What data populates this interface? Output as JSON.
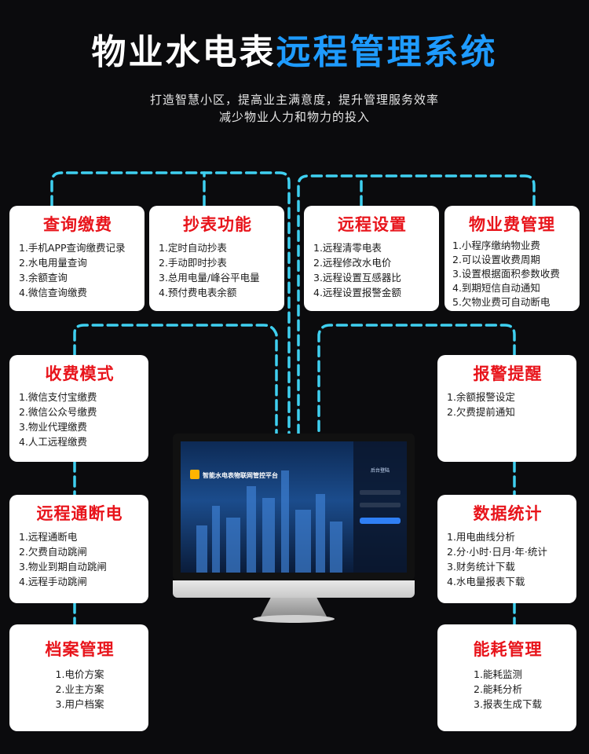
{
  "header": {
    "title_white": "物业水电表",
    "title_blue": "远程管理系统",
    "subtitle_line1": "打造智慧小区，提高业主满意度，提升管理服务效率",
    "subtitle_line2": "减少物业人力和物力的投入"
  },
  "colors": {
    "background": "#0b0b0d",
    "accent_blue": "#1e9bff",
    "card_title_red": "#e8141b",
    "connector_cyan": "#3fd0f0"
  },
  "cards": {
    "query_payment": {
      "title": "查询缴费",
      "items": [
        "1.手机APP查询缴费记录",
        "2.水电用量查询",
        "3.余额查询",
        "4.微信查询缴费"
      ]
    },
    "meter_reading": {
      "title": "抄表功能",
      "items": [
        "1.定时自动抄表",
        "2.手动即时抄表",
        "3.总用电量/峰谷平电量",
        "4.预付费电表余额"
      ]
    },
    "remote_settings": {
      "title": "远程设置",
      "items": [
        "1.远程清零电表",
        "2.远程修改水电价",
        "3.远程设置互感器比",
        "4.远程设置报警金额"
      ]
    },
    "property_fee": {
      "title": "物业费管理",
      "items": [
        "1.小程序缴纳物业费",
        "2.可以设置收费周期",
        "3.设置根据面积参数收费",
        "4.到期短信自动通知",
        "5.欠物业费可自动断电"
      ]
    },
    "charging_mode": {
      "title": "收费模式",
      "items": [
        "1.微信支付宝缴费",
        "2.微信公众号缴费",
        "3.物业代理缴费",
        "4.人工远程缴费"
      ]
    },
    "alarm": {
      "title": "报警提醒",
      "items": [
        "1.余额报警设定",
        "2.欠费提前通知"
      ]
    },
    "remote_power": {
      "title": "远程通断电",
      "items": [
        "1.远程通断电",
        "2.欠费自动跳闸",
        "3.物业到期自动跳闸",
        "4.远程手动跳闸"
      ]
    },
    "data_stats": {
      "title": "数据统计",
      "items": [
        "1.用电曲线分析",
        "2.分·小时·日月·年·统计",
        "3.财务统计下载",
        "4.水电量报表下载"
      ]
    },
    "archive": {
      "title": "档案管理",
      "items": [
        "1.电价方案",
        "2.业主方案",
        "3.用户档案"
      ]
    },
    "energy": {
      "title": "能耗管理",
      "items": [
        "1.能耗监测",
        "2.能耗分析",
        "3.报表生成下载"
      ]
    }
  },
  "monitor": {
    "screen_title": "智能水电表物联网管控平台",
    "login_title": "后台登陆"
  }
}
